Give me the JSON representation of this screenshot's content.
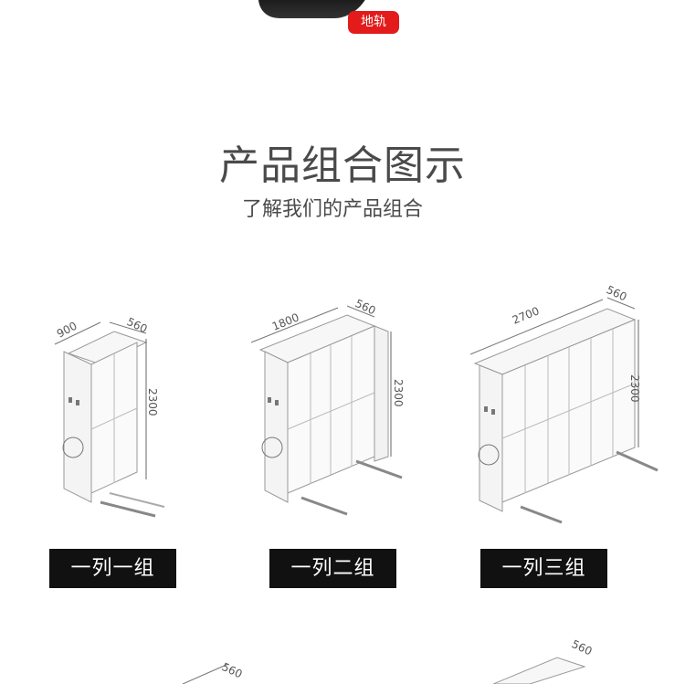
{
  "header": {
    "rail_label": "地轨"
  },
  "section": {
    "title": "产品组合图示",
    "subtitle": "了解我们的产品组合"
  },
  "cards": [
    {
      "label": "一列一组",
      "width": "900",
      "depth": "560",
      "height": "2300"
    },
    {
      "label": "一列二组",
      "width": "1800",
      "depth": "560",
      "height": "2300"
    },
    {
      "label": "一列三组",
      "width": "2700",
      "depth": "560",
      "height": "2300"
    }
  ],
  "bottom": {
    "left_depth": "560",
    "right_depth": "560"
  }
}
